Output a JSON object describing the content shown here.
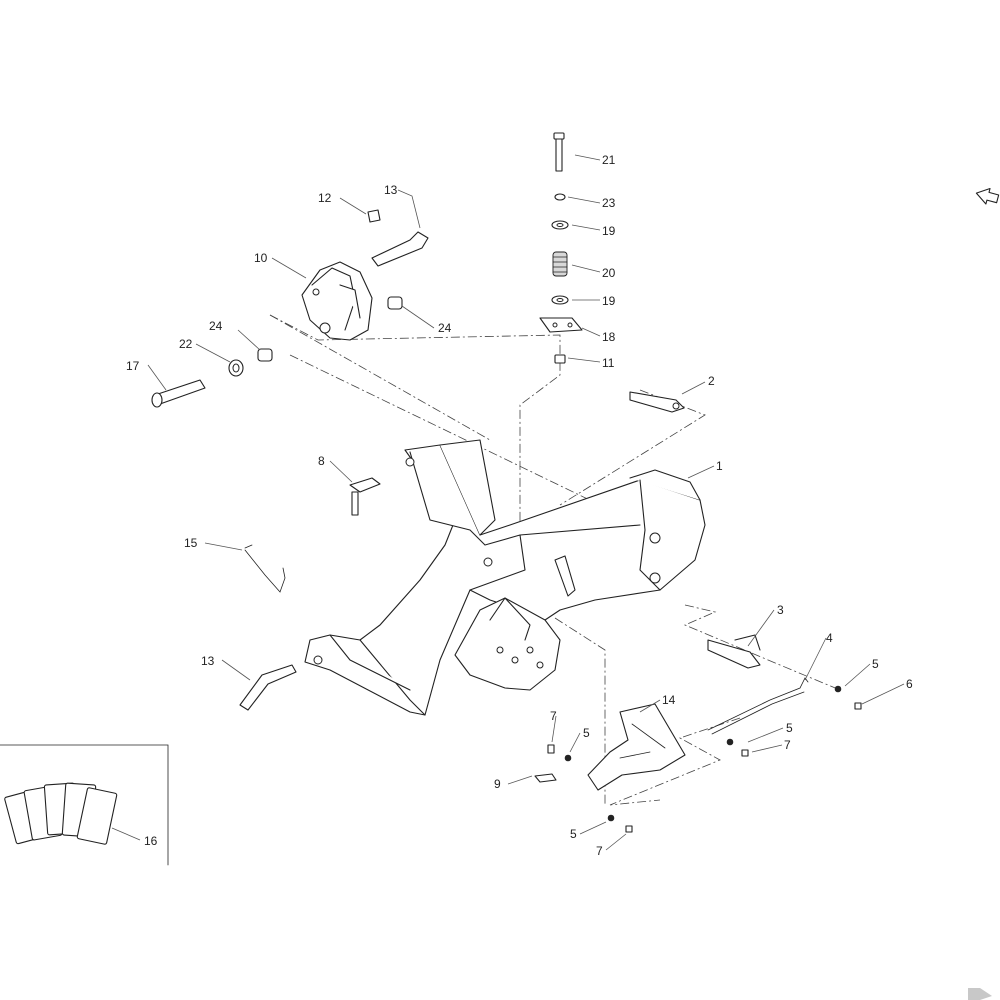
{
  "callouts": {
    "c1": "1",
    "c2": "2",
    "c3": "3",
    "c4": "4",
    "c5a": "5",
    "c5b": "5",
    "c5c": "5",
    "c5d": "5",
    "c6": "6",
    "c7a": "7",
    "c7b": "7",
    "c7c": "7",
    "c8": "8",
    "c9": "9",
    "c10": "10",
    "c11": "11",
    "c12": "12",
    "c13a": "13",
    "c13b": "13",
    "c14": "14",
    "c15": "15",
    "c16": "16",
    "c17": "17",
    "c18": "18",
    "c19a": "19",
    "c19b": "19",
    "c20": "20",
    "c21": "21",
    "c22": "22",
    "c23": "23",
    "c24a": "24",
    "c24b": "24"
  },
  "icons": {
    "next_page": "arrow-right-outline-icon",
    "brand_mark": "brand-k-logo"
  }
}
